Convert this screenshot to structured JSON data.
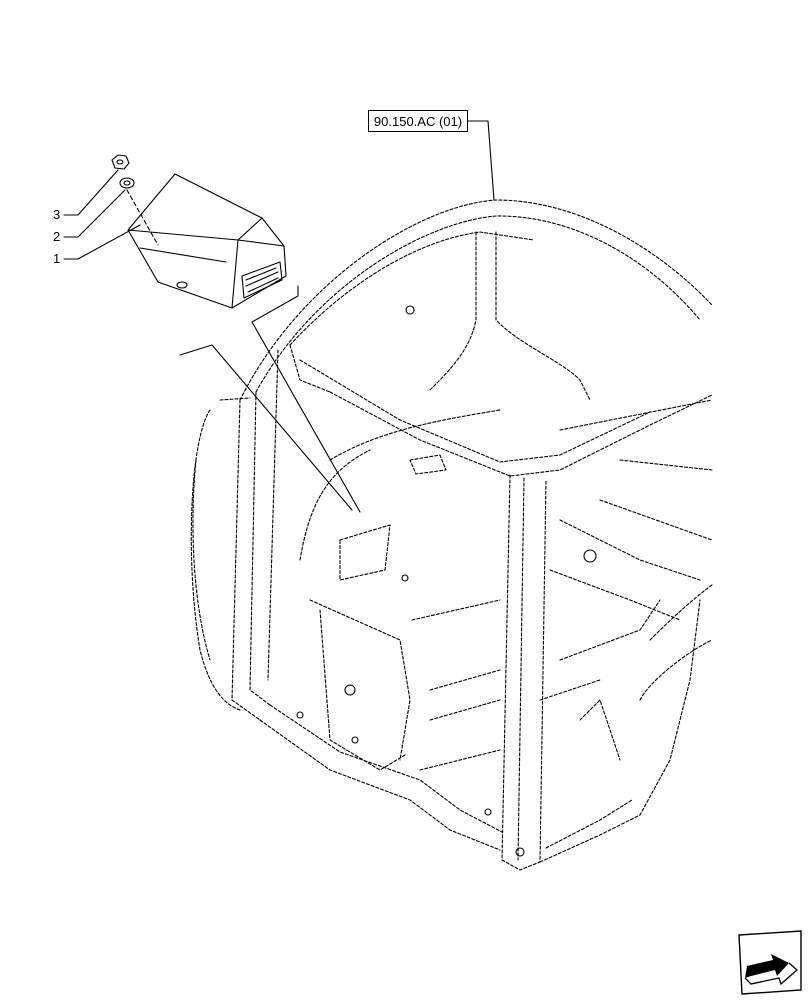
{
  "reference": {
    "label": "90.150.AC (01)"
  },
  "callouts": [
    {
      "number": "3",
      "part": "nut"
    },
    {
      "number": "2",
      "part": "washer"
    },
    {
      "number": "1",
      "part": "control-module"
    }
  ],
  "icons": {
    "navigation": "page-turn-arrow-icon"
  },
  "colors": {
    "line": "#000000",
    "background": "#ffffff"
  }
}
